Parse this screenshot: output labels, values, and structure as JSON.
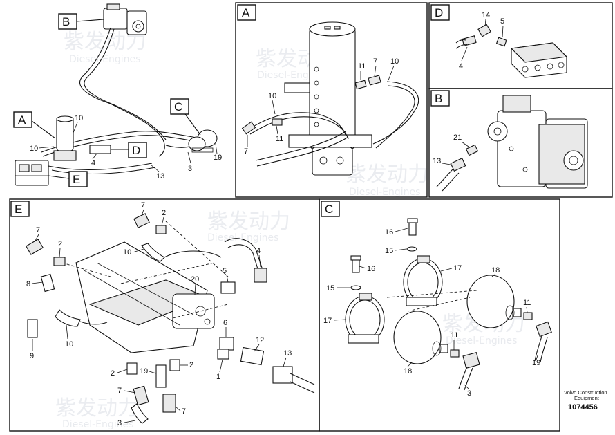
{
  "panels": {
    "overview": {
      "callouts": [
        "B",
        "A",
        "C",
        "D",
        "E"
      ],
      "labels": [
        "10",
        "10",
        "4",
        "13",
        "3",
        "19"
      ]
    },
    "A": {
      "title": "A",
      "labels": [
        "10",
        "7",
        "11",
        "11",
        "7",
        "10"
      ]
    },
    "D": {
      "title": "D",
      "labels": [
        "14",
        "5",
        "4"
      ]
    },
    "B": {
      "title": "B",
      "labels": [
        "21",
        "13"
      ]
    },
    "E": {
      "title": "E",
      "labels": [
        "7",
        "2",
        "7",
        "2",
        "10",
        "8",
        "10",
        "9",
        "4",
        "5",
        "20",
        "6",
        "12",
        "13",
        "1",
        "2",
        "19",
        "2",
        "7",
        "7",
        "3"
      ]
    },
    "C": {
      "title": "C",
      "labels": [
        "16",
        "15",
        "17",
        "16",
        "15",
        "17",
        "18",
        "18",
        "11",
        "19",
        "11",
        "3"
      ]
    }
  },
  "watermark": {
    "brand": "紫发动力",
    "sub": "Diesel-Engines"
  },
  "footer": {
    "line1": "Volvo Construction",
    "line2": "Equipment",
    "number": "1074456"
  }
}
